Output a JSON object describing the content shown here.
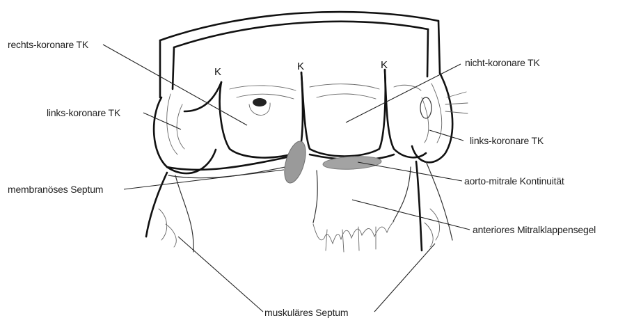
{
  "labels": {
    "rechts_koronare": "rechts-koronare TK",
    "nicht_koronare": "nicht-koronare TK",
    "links_koronare_left": "links-koronare TK",
    "links_koronare_right": "links-koronare TK",
    "membranoeses_septum": "membranöses Septum",
    "aorto_mitrale": "aorto-mitrale Kontinuität",
    "anteriores_mitral": "anteriores Mitralklappensegel",
    "muskulaeres_septum": "muskuläres Septum"
  },
  "commissure_marker": "K",
  "colors": {
    "ink": "#111111",
    "highlight_fill": "#9a9a9a",
    "highlight_stroke": "#6f6f6f"
  }
}
